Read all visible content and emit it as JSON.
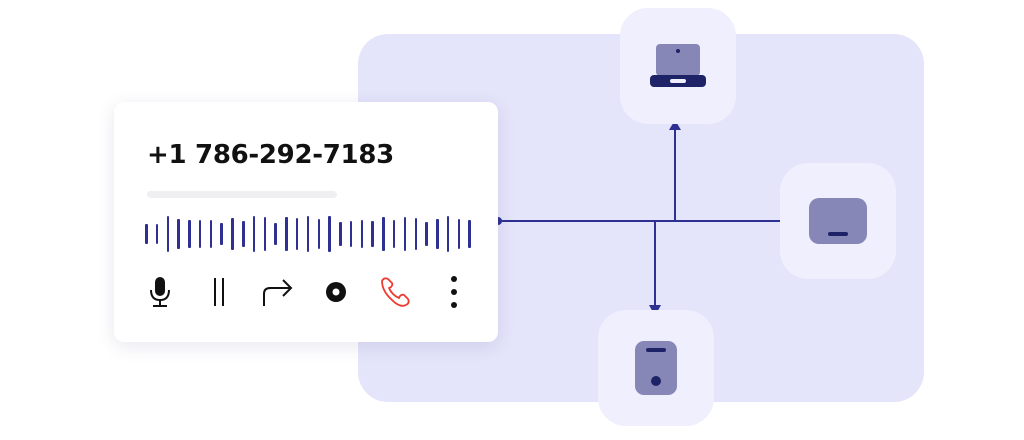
{
  "call_card": {
    "phone_number": "+1 786-292-7183",
    "progress_percent": 0,
    "waveform": {
      "color": "#2e3192",
      "bar_heights": [
        20,
        20,
        36,
        30,
        28,
        28,
        28,
        22,
        32,
        26,
        36,
        34,
        22,
        34,
        32,
        36,
        30,
        36,
        24,
        26,
        28,
        26,
        34,
        28,
        34,
        32,
        24,
        30,
        36,
        30,
        28
      ]
    },
    "controls": [
      {
        "name": "mute",
        "icon": "microphone-icon"
      },
      {
        "name": "hold",
        "icon": "pause-icon"
      },
      {
        "name": "transfer",
        "icon": "forward-arrow-icon"
      },
      {
        "name": "record",
        "icon": "record-icon"
      },
      {
        "name": "hang-up",
        "icon": "phone-hangup-icon",
        "color": "#ee3b2f"
      },
      {
        "name": "more",
        "icon": "more-vertical-icon"
      }
    ]
  },
  "routing": {
    "line_color": "#2e3192",
    "panel_color": "#e4e4fa",
    "tile_color": "#efeffd",
    "devices": [
      {
        "name": "laptop",
        "icon": "laptop-icon"
      },
      {
        "name": "tablet",
        "icon": "tablet-icon"
      },
      {
        "name": "mobile",
        "icon": "mobile-phone-icon"
      }
    ]
  }
}
